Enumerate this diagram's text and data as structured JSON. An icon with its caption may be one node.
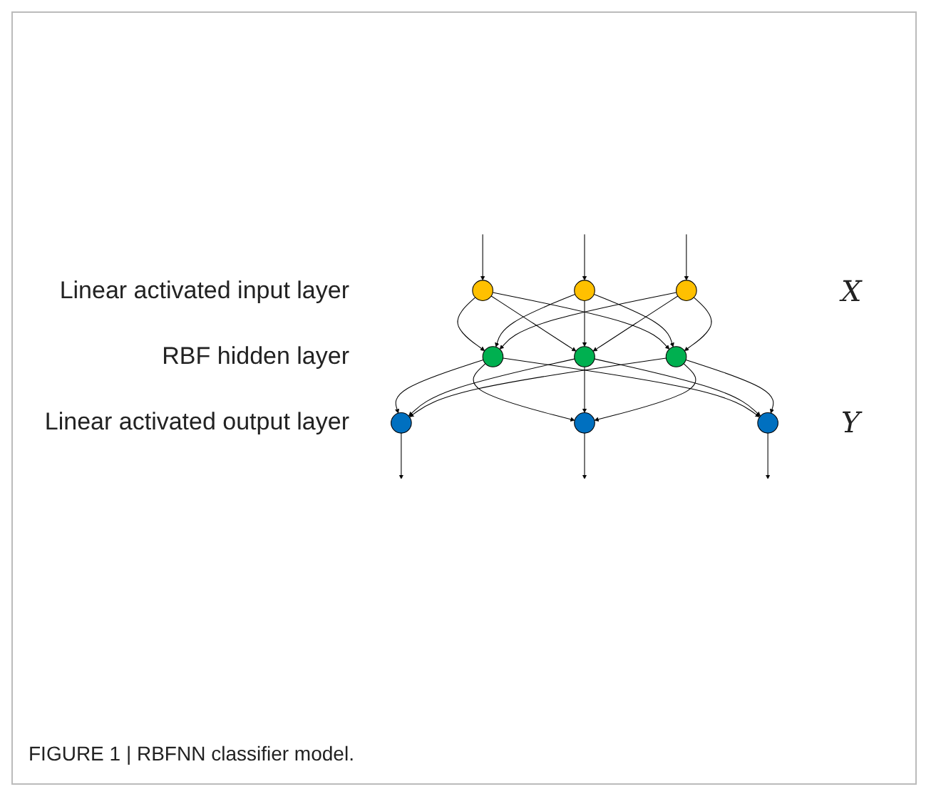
{
  "diagram": {
    "caption": "FIGURE 1 | RBFNN classifier model.",
    "nodes": [
      {
        "text": [],
        "shape": "circle"
      },
      {
        "text": [],
        "shape": "circle"
      },
      {
        "text": [],
        "shape": "circle"
      },
      {
        "text": [],
        "shape": "circle"
      },
      {
        "text": [],
        "shape": "circle"
      },
      {
        "text": [],
        "shape": "circle"
      },
      {
        "text": [],
        "shape": "circle"
      },
      {
        "text": [],
        "shape": "circle"
      },
      {
        "text": [],
        "shape": "circle"
      }
    ],
    "edges": [
      {
        "from": null,
        "to": 0,
        "arrow": "to"
      },
      {
        "from": null,
        "to": 1,
        "arrow": "to"
      },
      {
        "from": null,
        "to": 2,
        "arrow": "to"
      },
      {
        "from": 0,
        "to": 3,
        "arrow": "to"
      },
      {
        "from": 0,
        "to": 4,
        "arrow": "to"
      },
      {
        "from": 0,
        "to": 5,
        "arrow": "to"
      },
      {
        "from": 1,
        "to": 3,
        "arrow": "to"
      },
      {
        "from": 1,
        "to": 4,
        "arrow": "to"
      },
      {
        "from": 1,
        "to": 5,
        "arrow": "to"
      },
      {
        "from": 2,
        "to": 3,
        "arrow": "to"
      },
      {
        "from": 2,
        "to": 4,
        "arrow": "to"
      },
      {
        "from": 2,
        "to": 5,
        "arrow": "to"
      },
      {
        "from": 3,
        "to": 6,
        "arrow": "to"
      },
      {
        "from": 3,
        "to": 7,
        "arrow": "to"
      },
      {
        "from": 3,
        "to": 8,
        "arrow": "to"
      },
      {
        "from": 4,
        "to": 6,
        "arrow": "to"
      },
      {
        "from": 4,
        "to": 7,
        "arrow": "to"
      },
      {
        "from": 4,
        "to": 8,
        "arrow": "to"
      },
      {
        "from": 5,
        "to": 6,
        "arrow": "to"
      },
      {
        "from": 5,
        "to": 7,
        "arrow": "to"
      },
      {
        "from": 5,
        "to": 8,
        "arrow": "to"
      },
      {
        "from": 6,
        "to": null,
        "arrow": "to"
      },
      {
        "from": 7,
        "to": null,
        "arrow": "to"
      },
      {
        "from": 8,
        "to": null,
        "arrow": "to"
      }
    ],
    "labels": [
      "Linear activated input layer",
      "X",
      "RBF hidden layer",
      "Linear activated output layer",
      "Y"
    ]
  }
}
